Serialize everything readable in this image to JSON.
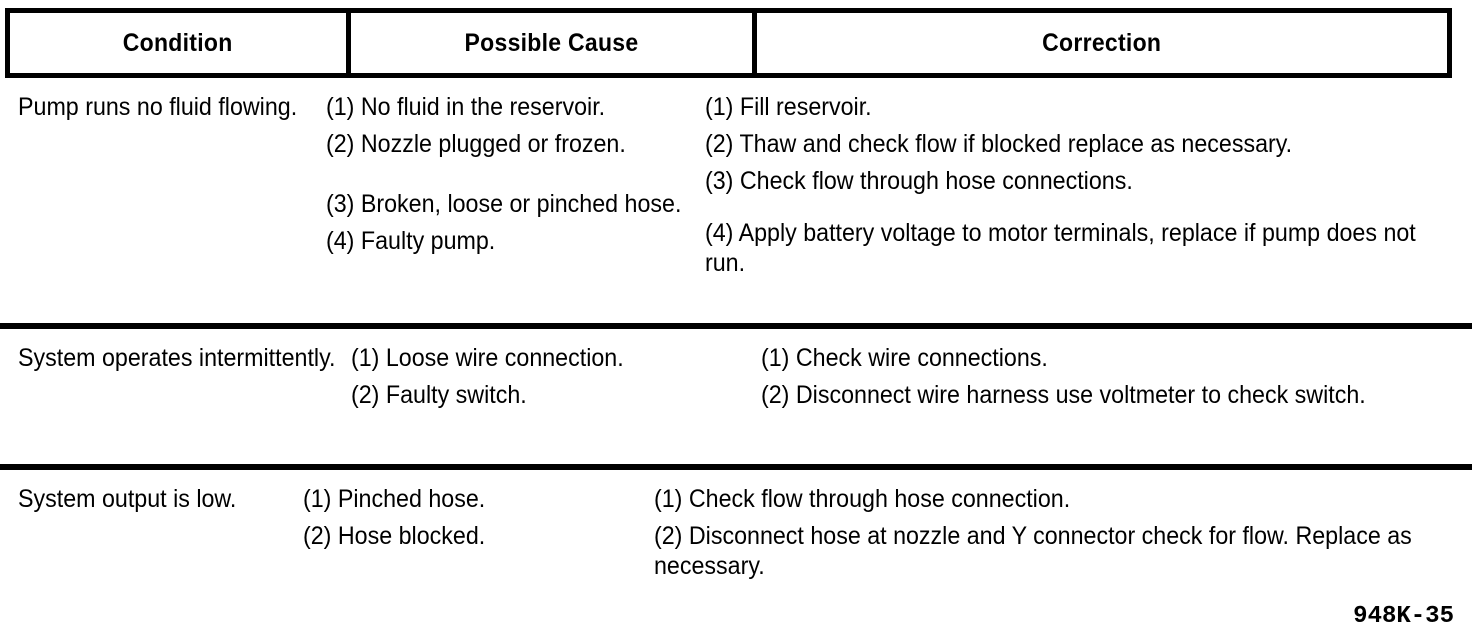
{
  "table": {
    "headers": [
      {
        "label": "Condition"
      },
      {
        "label": "Possible Cause"
      },
      {
        "label": "Correction"
      }
    ],
    "rows": [
      {
        "condition": "Pump runs no fluid flowing.",
        "causes": [
          "(1) No fluid in the reservoir.",
          "(2) Nozzle plugged or frozen.",
          "(3) Broken, loose or pinched hose.",
          "(4) Faulty pump."
        ],
        "corrections": [
          "(1) Fill reservoir.",
          "(2) Thaw and check flow if blocked replace as necessary.",
          "(3) Check flow through hose connections.",
          "(4) Apply battery voltage to motor terminals, replace if pump does not run."
        ]
      },
      {
        "condition": "System operates intermittently.",
        "causes": [
          "(1) Loose wire connection.",
          "(2) Faulty switch."
        ],
        "corrections": [
          "(1) Check wire connections.",
          "(2) Disconnect wire harness use voltmeter to check switch."
        ]
      },
      {
        "condition": "System output is low.",
        "causes": [
          "(1) Pinched hose.",
          "(2) Hose blocked."
        ],
        "corrections": [
          "(1) Check flow through hose connection.",
          "(2) Disconnect hose at nozzle and Y connector check for flow. Replace as necessary."
        ]
      }
    ]
  },
  "footer": {
    "reference_code": "948K-35"
  },
  "colors": {
    "ink": "#000000",
    "paper": "#ffffff"
  }
}
